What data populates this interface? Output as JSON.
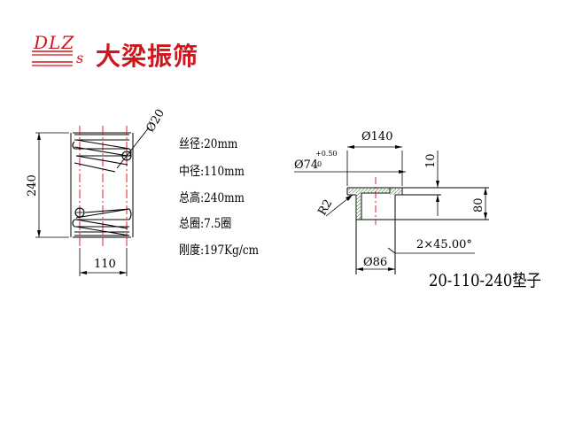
{
  "logo": {
    "letters": "DLZ",
    "sub": "s",
    "name": "大梁振筛"
  },
  "spring": {
    "wire_label": "Ø20",
    "height_label": "240",
    "width_label": "110"
  },
  "specs": [
    {
      "label": "丝径:",
      "value": "20mm"
    },
    {
      "label": "中径:",
      "value": "110mm"
    },
    {
      "label": "总高:",
      "value": "240mm"
    },
    {
      "label": "总圈:",
      "value": "7.5圈"
    },
    {
      "label": "刚度:",
      "value": "197Kg/cm"
    }
  ],
  "pad": {
    "top_dia": "Ø140",
    "bore_dia": "Ø74",
    "tol_upper": "+0.50",
    "tol_lower": "0",
    "flange_h": "10",
    "total_h": "80",
    "radius": "R2",
    "chamfer": "2×45.00°",
    "bottom_dia": "Ø86"
  },
  "caption": "20-110-240垫子",
  "colors": {
    "brand": "#d0151c",
    "centerline": "#e0202a",
    "hatch": "#58b84a",
    "outline": "#000000"
  }
}
